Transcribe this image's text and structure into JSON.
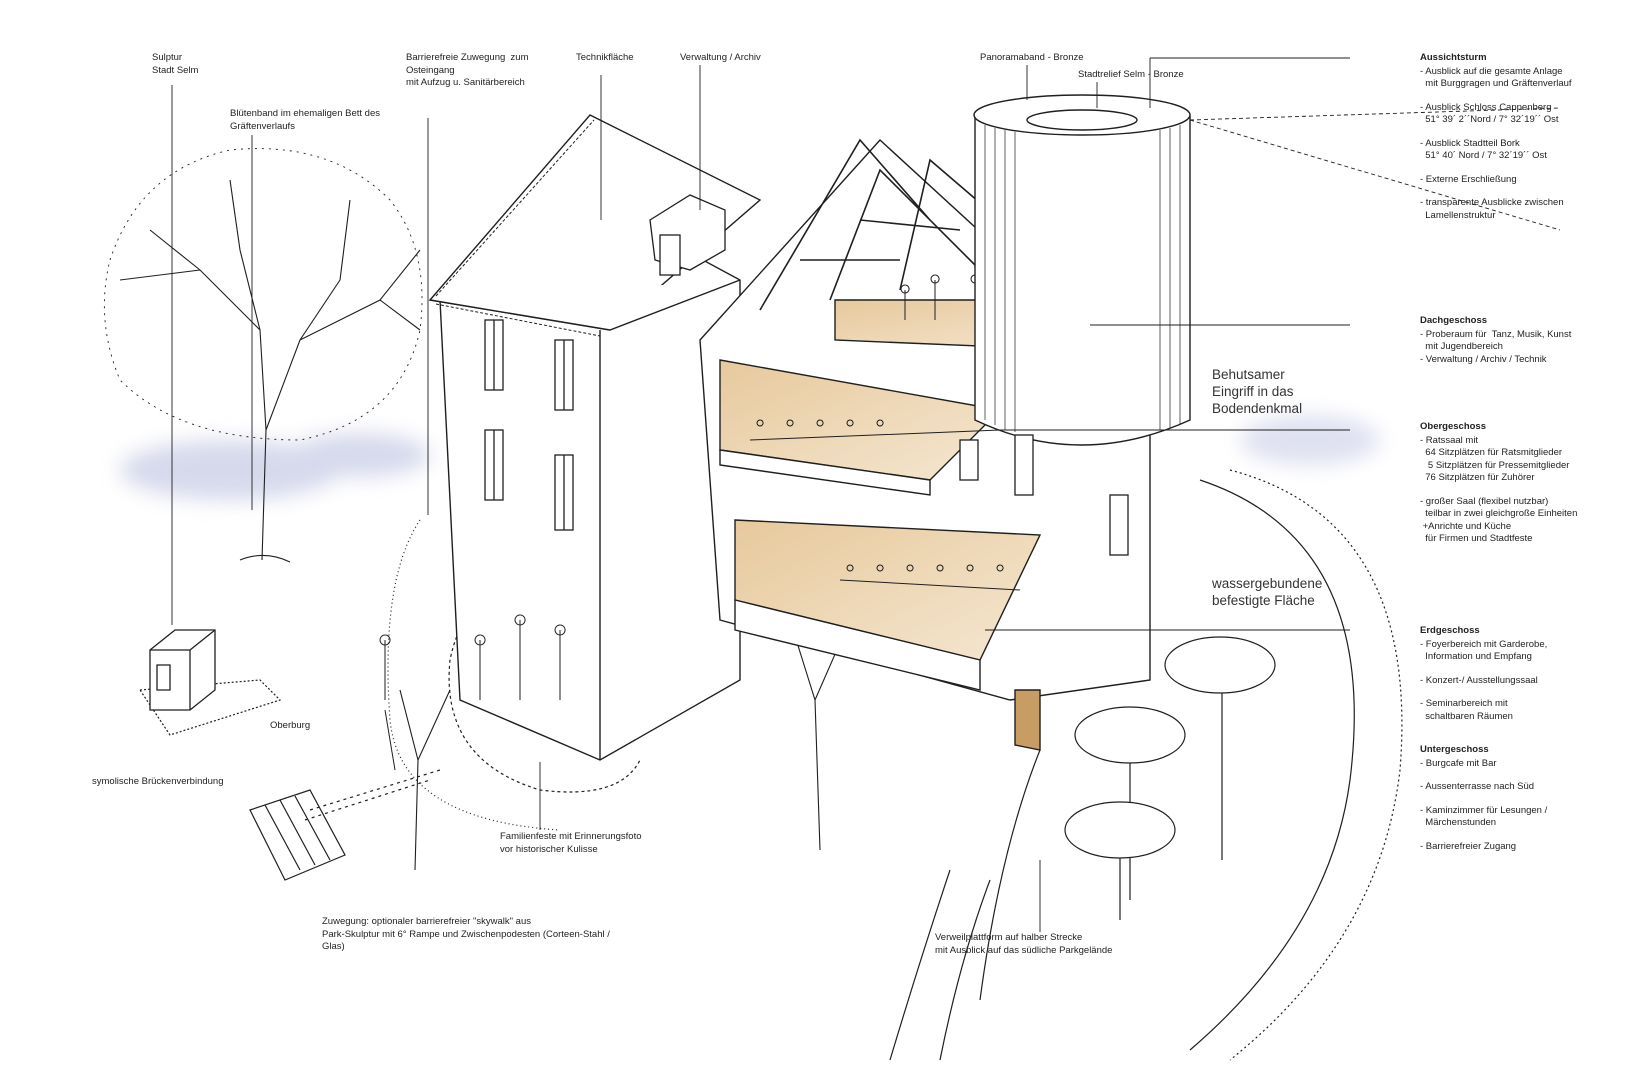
{
  "labels": {
    "sculpture": "Sulptur\nStadt Selm",
    "bloom_band": "Blütenband im ehemaligen Bett des\nGräftenverlaufs",
    "access_east": "Barrierefreie Zuwegung  zum\nOsteingang\nmit Aufzug u. Sanitärbereich",
    "tech_area": "Technikfläche",
    "admin_archive": "Verwaltung / Archiv",
    "panorama_band": "Panoramaband - Bronze",
    "city_relief": "Stadtrelief Selm - Bronze",
    "oberburg": "Oberburg",
    "bridge_link": "symolische Brückenverbindung",
    "family_events": "Familienfeste mit Erinnerungsfoto\nvor historischer Kulisse",
    "skywalk_access": "Zuwegung: optionaler barrierefreier \"skywalk\" aus\nPark-Skulptur mit 6° Rampe und Zwischenpodesten (Corteen-Stahl /\nGlas)",
    "rest_platform": "Verweilplattform auf halber Strecke\nmit Ausblick auf das südliche Parkgelände"
  },
  "callouts": {
    "intervention": "Behutsamer\nEingriff in das\nBodendenkmal",
    "surface": "wassergebundene\nbefestigte Fläche"
  },
  "legend": {
    "tower": {
      "title": "Aussichtsturm",
      "items": [
        "- Ausblick auf die gesamte Anlage\n  mit Burggragen und Gräftenverlauf",
        "- Ausblick Schloss Cappenberg\n  51° 39´ 2´´Nord / 7° 32´19´´ Ost",
        "- Ausblick Stadtteil Bork\n  51° 40´ Nord / 7° 32´19´´ Ost",
        "- Externe Erschließung",
        "- transparente Ausblicke zwischen\n  Lamellenstruktur"
      ]
    },
    "attic": {
      "title": "Dachgeschoss",
      "items": [
        "- Proberaum für  Tanz, Musik, Kunst\n  mit Jugendbereich\n- Verwaltung / Archiv / Technik"
      ]
    },
    "upper": {
      "title": "Obergeschoss",
      "items": [
        "- Ratssaal mit\n  64 Sitzplätzen für Ratsmitglieder\n   5 Sitzplätzen für Pressemitglieder\n  76 Sitzplätzen für Zuhörer",
        "- großer Saal (flexibel nutzbar)\n  teilbar in zwei gleichgroße Einheiten\n +Anrichte und Küche\n  für Firmen und Stadtfeste"
      ]
    },
    "ground": {
      "title": "Erdgeschoss",
      "items": [
        "- Foyerbereich mit Garderobe,\n  Information und Empfang",
        "- Konzert-/ Ausstellungssaal",
        "- Seminarbereich mit\n  schaltbaren Räumen"
      ]
    },
    "basement": {
      "title": "Untergeschoss",
      "items": [
        "- Burgcafe mit Bar",
        "- Aussenterrasse nach Süd",
        "- Kaminzimmer für Lesungen /\n  Märchenstunden",
        "- Barrierefreier Zugang"
      ]
    }
  },
  "colors": {
    "line": "#1f1f1f",
    "wood": "#d9b98a",
    "wood_light": "#efdcc0",
    "watercolor": "#c9cde6"
  }
}
